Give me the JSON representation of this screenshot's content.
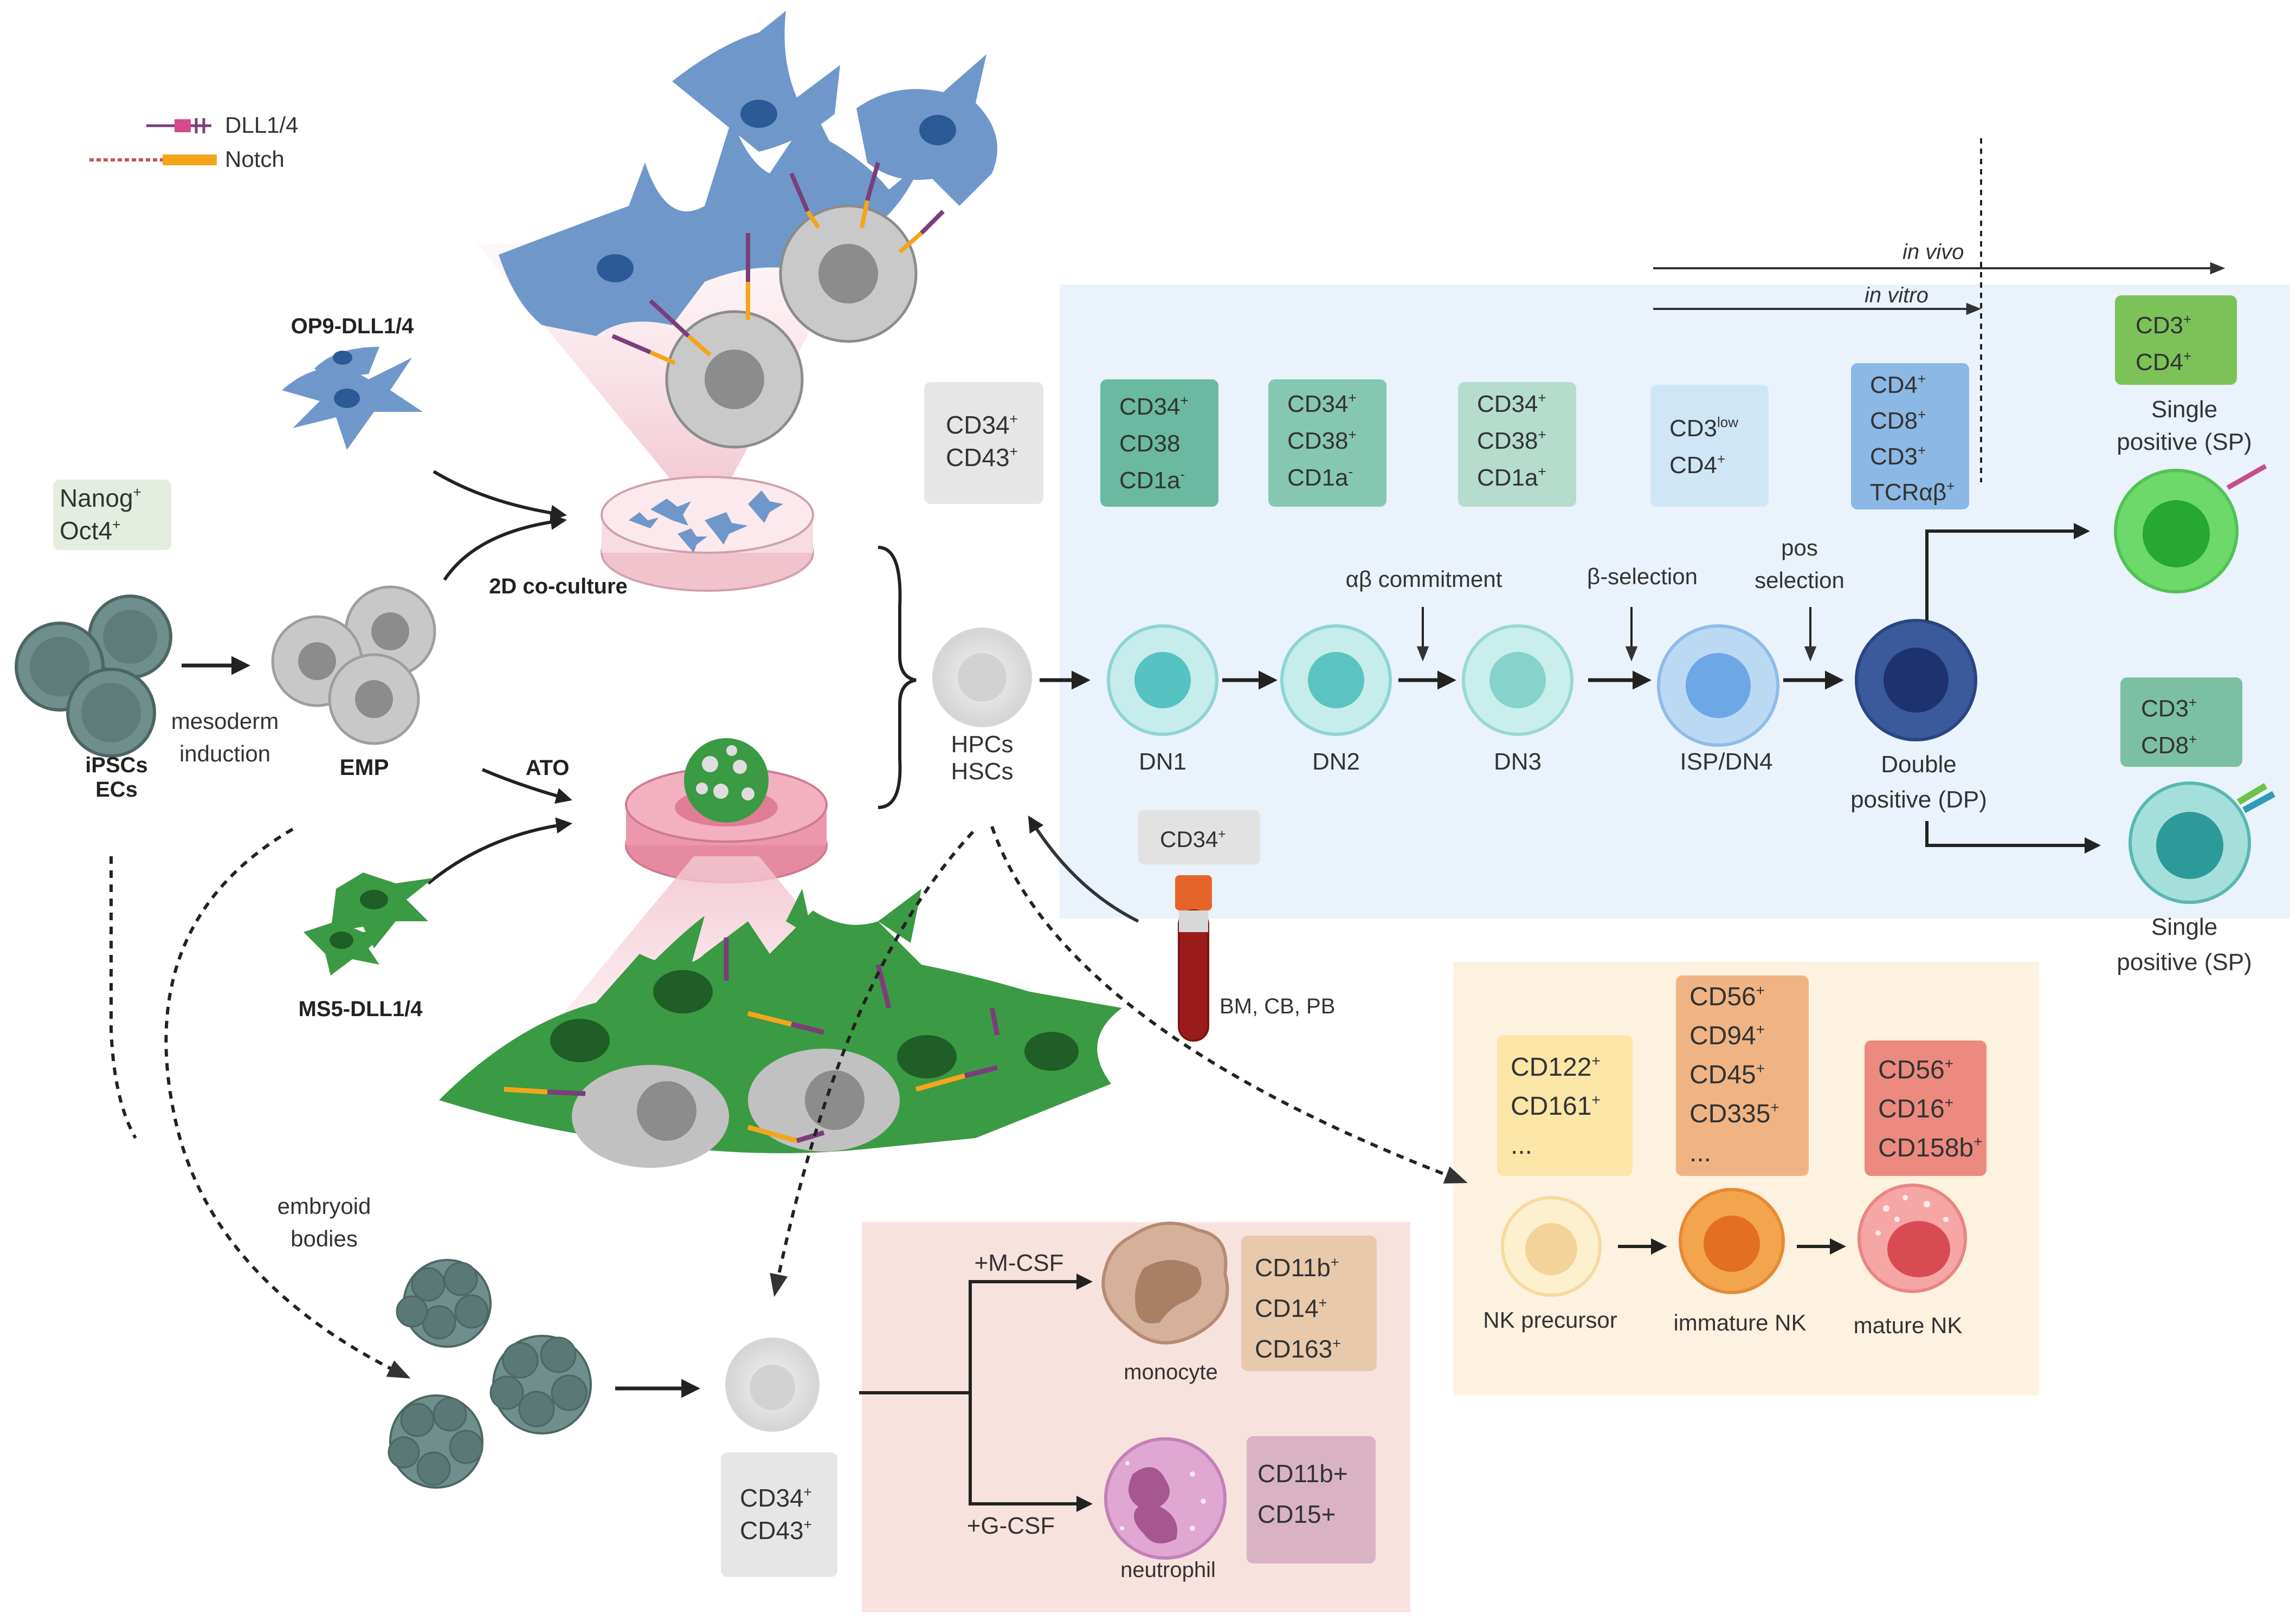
{
  "legend": {
    "dll": "DLL1/4",
    "notch": "Notch"
  },
  "pluripotency": {
    "l1": "Nanog",
    "l1_sup": "+",
    "l2": "Oct4",
    "l2_sup": "+"
  },
  "sources": {
    "ipsc_l1": "iPSCs",
    "ipsc_l2": "ECs",
    "emp": "EMP",
    "mesoderm_l1": "mesoderm",
    "mesoderm_l2": "induction"
  },
  "stroma": {
    "op9": "OP9-DLL1/4",
    "ms5": "MS5-DLL1/4",
    "coculture": "2D co-culture",
    "ato": "ATO"
  },
  "hpc": {
    "l1": "HPCs",
    "l2": "HSCs",
    "marker_l1": "CD34",
    "marker_l1_sup": "+",
    "marker_l2": "CD43",
    "marker_l2_sup": "+"
  },
  "blood": {
    "marker": "CD34",
    "marker_sup": "+",
    "label": "BM, CB, PB"
  },
  "tcell": {
    "in_vivo": "in vivo",
    "in_vitro": "in vitro",
    "markers": [
      {
        "lines": [
          [
            "CD34",
            "+"
          ],
          [
            "CD38",
            ""
          ],
          [
            "CD1a",
            "-"
          ]
        ],
        "color": "#6bb9a0"
      },
      {
        "lines": [
          [
            "CD34",
            "+"
          ],
          [
            "CD38",
            "+"
          ],
          [
            "CD1a",
            "-"
          ]
        ],
        "color": "#86c7b2"
      },
      {
        "lines": [
          [
            "CD34",
            "+"
          ],
          [
            "CD38",
            "+"
          ],
          [
            "CD1a",
            "+"
          ]
        ],
        "color": "#b5dccd"
      },
      {
        "lines": [
          [
            "CD3",
            "low"
          ],
          [
            "CD4",
            "+"
          ]
        ],
        "color": "#cfe6f7"
      },
      {
        "lines": [
          [
            "CD4",
            "+"
          ],
          [
            "CD8",
            "+"
          ],
          [
            "CD3",
            "+"
          ],
          [
            "TCRαβ",
            "+"
          ]
        ],
        "color": "#8bb8e4"
      }
    ],
    "stages": [
      "DN1",
      "DN2",
      "DN3",
      "ISP/DN4"
    ],
    "dp_l1": "Double",
    "dp_l2": "positive (DP)",
    "checkpoints": [
      "αβ commitment",
      "β-selection"
    ],
    "pos_l1": "pos",
    "pos_l2": "selection",
    "sp_cd4_markers": [
      [
        "CD3",
        "+"
      ],
      [
        "CD4",
        "+"
      ]
    ],
    "sp_cd8_markers": [
      [
        "CD3",
        "+"
      ],
      [
        "CD8",
        "+"
      ]
    ],
    "sp_l1": "Single",
    "sp_l2": "positive (SP)"
  },
  "nk": {
    "markers": [
      {
        "lines": [
          [
            "CD122",
            "+"
          ],
          [
            "CD161",
            "+"
          ],
          [
            "...",
            ""
          ]
        ],
        "color": "#fbe6a8"
      },
      {
        "lines": [
          [
            "CD56",
            "+"
          ],
          [
            "CD94",
            "+"
          ],
          [
            "CD45",
            "+"
          ],
          [
            "CD335",
            "+"
          ],
          [
            "...",
            ""
          ]
        ],
        "color": "#f0b484"
      },
      {
        "lines": [
          [
            "CD56",
            "+"
          ],
          [
            "CD16",
            "+"
          ],
          [
            "CD158b",
            "+"
          ]
        ],
        "color": "#ec8a80"
      }
    ],
    "stages": [
      "NK precursor",
      "immature NK",
      "mature NK"
    ]
  },
  "myeloid": {
    "eb_l1": "embryoid",
    "eb_l2": "bodies",
    "prog_l1": "CD34",
    "prog_l1_sup": "+",
    "prog_l2": "CD43",
    "prog_l2_sup": "+",
    "mcsf": "+M-CSF",
    "gcsf": "+G-CSF",
    "monocyte": "monocyte",
    "neutrophil": "neutrophil",
    "mono_markers": [
      [
        "CD11b",
        "+"
      ],
      [
        "CD14",
        "+"
      ],
      [
        "CD163",
        "+"
      ]
    ],
    "neut_markers": [
      [
        "CD11b+",
        ""
      ],
      [
        "CD15+",
        ""
      ]
    ]
  },
  "colors": {
    "tcell_panel": "#eaf2fb",
    "nk_panel": "#fdf1e0",
    "myeloid_panel": "#f8e2de",
    "op9": "#6f97c9",
    "ms5": "#3b9a44",
    "ipsc": "#6f8f8c",
    "dp": "#2f4b8c",
    "sp4": "#62d063",
    "sp8": "#4fb4ad"
  }
}
